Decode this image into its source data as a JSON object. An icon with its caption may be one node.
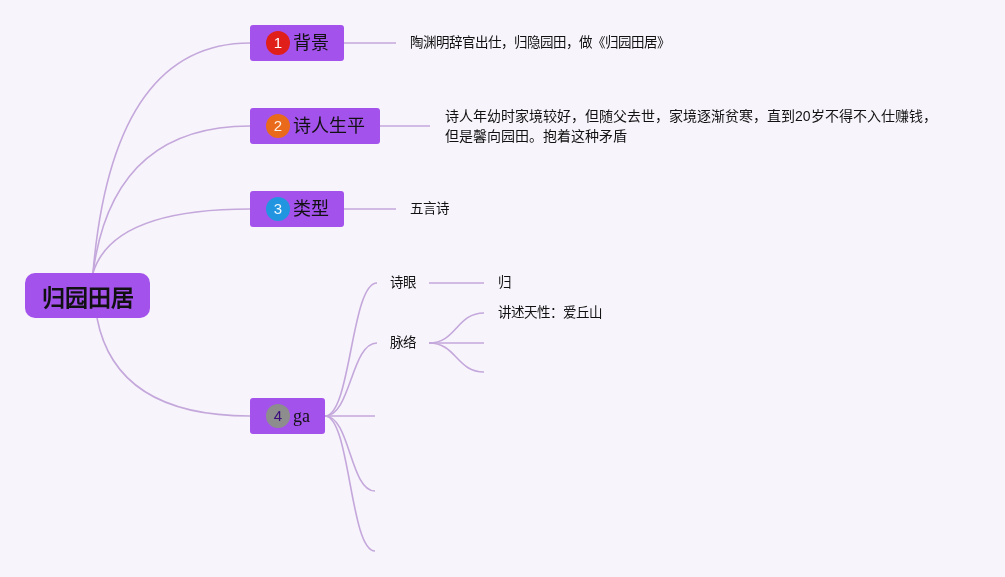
{
  "diagram": {
    "nodes": [
      {
        "text": [
          "归园田居"
        ]
      },
      {
        "text": [
          "1",
          "背景"
        ]
      },
      {
        "text": [
          "陶渊明辞官出仕，归隐园田，做《归园田居》"
        ]
      },
      {
        "text": [
          "2",
          "诗人生平"
        ]
      },
      {
        "text": [
          "诗人年幼时家境较好，但随父去世，家境逐渐贫寒，直到20岁不得不入仕赚钱，但是馨向园田。抱着这种矛盾"
        ]
      },
      {
        "text": [
          "3",
          "类型"
        ]
      },
      {
        "text": [
          "五言诗"
        ]
      },
      {
        "text": [
          "4",
          "ga"
        ]
      },
      {
        "text": [
          "诗眼"
        ]
      },
      {
        "text": [
          "归"
        ]
      },
      {
        "text": [
          "脉络"
        ]
      },
      {
        "text": [
          "讲述天性：爱丘山"
        ]
      }
    ],
    "edges": [
      {
        "from": 0,
        "to": 1,
        "arrow": "none"
      },
      {
        "from": 1,
        "to": 2,
        "arrow": "none"
      },
      {
        "from": 0,
        "to": 3,
        "arrow": "none"
      },
      {
        "from": 3,
        "to": 4,
        "arrow": "none"
      },
      {
        "from": 0,
        "to": 5,
        "arrow": "none"
      },
      {
        "from": 5,
        "to": 6,
        "arrow": "none"
      },
      {
        "from": 0,
        "to": 7,
        "arrow": "none"
      },
      {
        "from": 7,
        "to": 8,
        "arrow": "none"
      },
      {
        "from": 8,
        "to": 9,
        "arrow": "none"
      },
      {
        "from": 7,
        "to": 10,
        "arrow": "none"
      },
      {
        "from": 10,
        "to": 11,
        "arrow": "none"
      },
      {
        "from": 10,
        "to": null,
        "arrow": "none"
      },
      {
        "from": 10,
        "to": null,
        "arrow": "none"
      },
      {
        "from": 7,
        "to": null,
        "arrow": "none"
      },
      {
        "from": 7,
        "to": null,
        "arrow": "none"
      },
      {
        "from": 7,
        "to": null,
        "arrow": "none"
      }
    ]
  }
}
